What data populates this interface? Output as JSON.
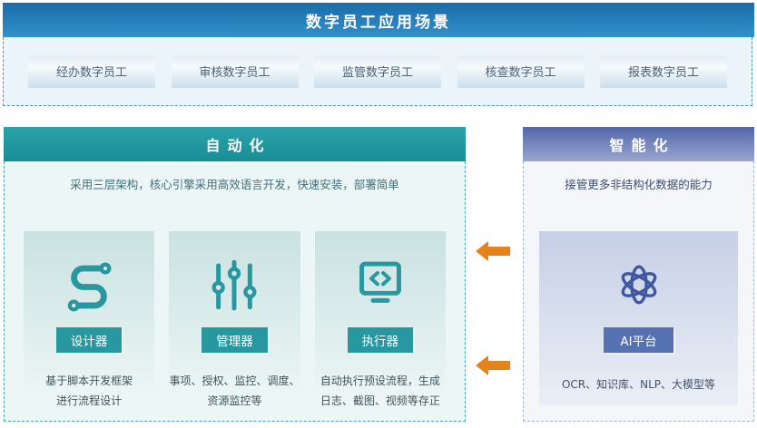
{
  "header": {
    "title": "数字员工应用场景"
  },
  "scenarios": {
    "buttons": [
      "经办数字员工",
      "审核数字员工",
      "监管数字员工",
      "核查数字员工",
      "报表数字员工"
    ]
  },
  "automation": {
    "title": "自动化",
    "subtitle": "采用三层架构，核心引擎采用高效语言开发，快速安装，部署简单",
    "cards": [
      {
        "icon": "designer-flow-icon",
        "label": "设计器",
        "desc_lines": [
          "基于脚本开发框架",
          "进行流程设计"
        ]
      },
      {
        "icon": "sliders-icon",
        "label": "管理器",
        "desc_lines": [
          "事项、授权、监控、调度、",
          "资源监控等"
        ]
      },
      {
        "icon": "code-monitor-icon",
        "label": "执行器",
        "desc_lines": [
          "自动执行预设流程，生成",
          "日志、截图、视频等存正"
        ]
      }
    ]
  },
  "intelligence": {
    "title": "智能化",
    "subtitle": "接管更多非结构化数据的能力",
    "card": {
      "icon": "atom-icon",
      "label": "AI平台",
      "desc": "OCR、知识库、NLP、大模型等"
    }
  },
  "colors": {
    "banner_gradient_top": "#1b6ba8",
    "banner_gradient_bottom": "#3292cb",
    "automation_teal": "#27989f",
    "intelligence_indigo": "#5671b1",
    "arrow_orange": "#e6821c"
  }
}
